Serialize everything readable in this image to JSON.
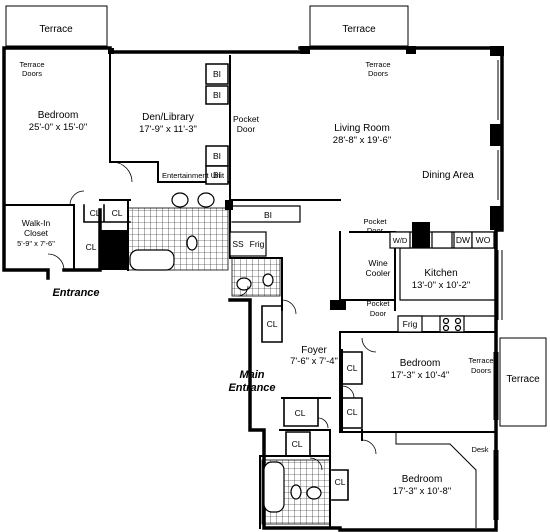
{
  "labels": {
    "terrace_left": "Terrace",
    "terrace_top_right": "Terrace",
    "terrace_right": "Terrace",
    "terrace_doors_1": "Terrace",
    "terrace_doors_1b": "Doors",
    "terrace_doors_2": "Terrace",
    "terrace_doors_2b": "Doors",
    "terrace_doors_3": "Terrace",
    "terrace_doors_3b": "Doors",
    "bedroom_1_name": "Bedroom",
    "bedroom_1_dims": "25'-0\" x 15'-0\"",
    "den_name": "Den/Library",
    "den_dims": "17'-9\" x 11'-3\"",
    "pocket_door_1": "Pocket",
    "pocket_door_1b": "Door",
    "living_name": "Living Room",
    "living_dims": "28'-8\" x 19'-6\"",
    "dining": "Dining Area",
    "entertainment": "Entertainment Unit",
    "bi_1": "BI",
    "bi_2": "BI",
    "bi_3": "BI",
    "bi_4": "BI",
    "bi_5": "BI",
    "walkin_1": "Walk-In",
    "walkin_2": "Closet",
    "walkin_dims": "5'-9\" x 7'-6\"",
    "cl_1": "CL",
    "cl_2": "CL",
    "cl_3": "CL",
    "cl_4": "CL",
    "cl_5": "CL",
    "cl_6": "CL",
    "cl_7": "CL",
    "cl_8": "CL",
    "cl_9": "CL",
    "ss": "SS",
    "frig_1": "Frig",
    "frig_2": "Frig",
    "pocket_door_2": "Pocket",
    "pocket_door_2b": "Door",
    "pocket_door_3": "Pocket",
    "pocket_door_3b": "Door",
    "wd": "W/D",
    "dw": "DW",
    "wo": "WO",
    "wine_1": "Wine",
    "wine_2": "Cooler",
    "kitchen_name": "Kitchen",
    "kitchen_dims": "13'-0\" x 10'-2\"",
    "entrance": "Entrance",
    "foyer_name": "Foyer",
    "foyer_dims": "7'-6\" x 7'-4\"",
    "main_1": "Main",
    "main_2": "Entrance",
    "bedroom_2_name": "Bedroom",
    "bedroom_2_dims": "17'-3\" x 10'-4\"",
    "bedroom_3_name": "Bedroom",
    "bedroom_3_dims": "17'-3\" x 10'-8\"",
    "desk": "Desk"
  }
}
